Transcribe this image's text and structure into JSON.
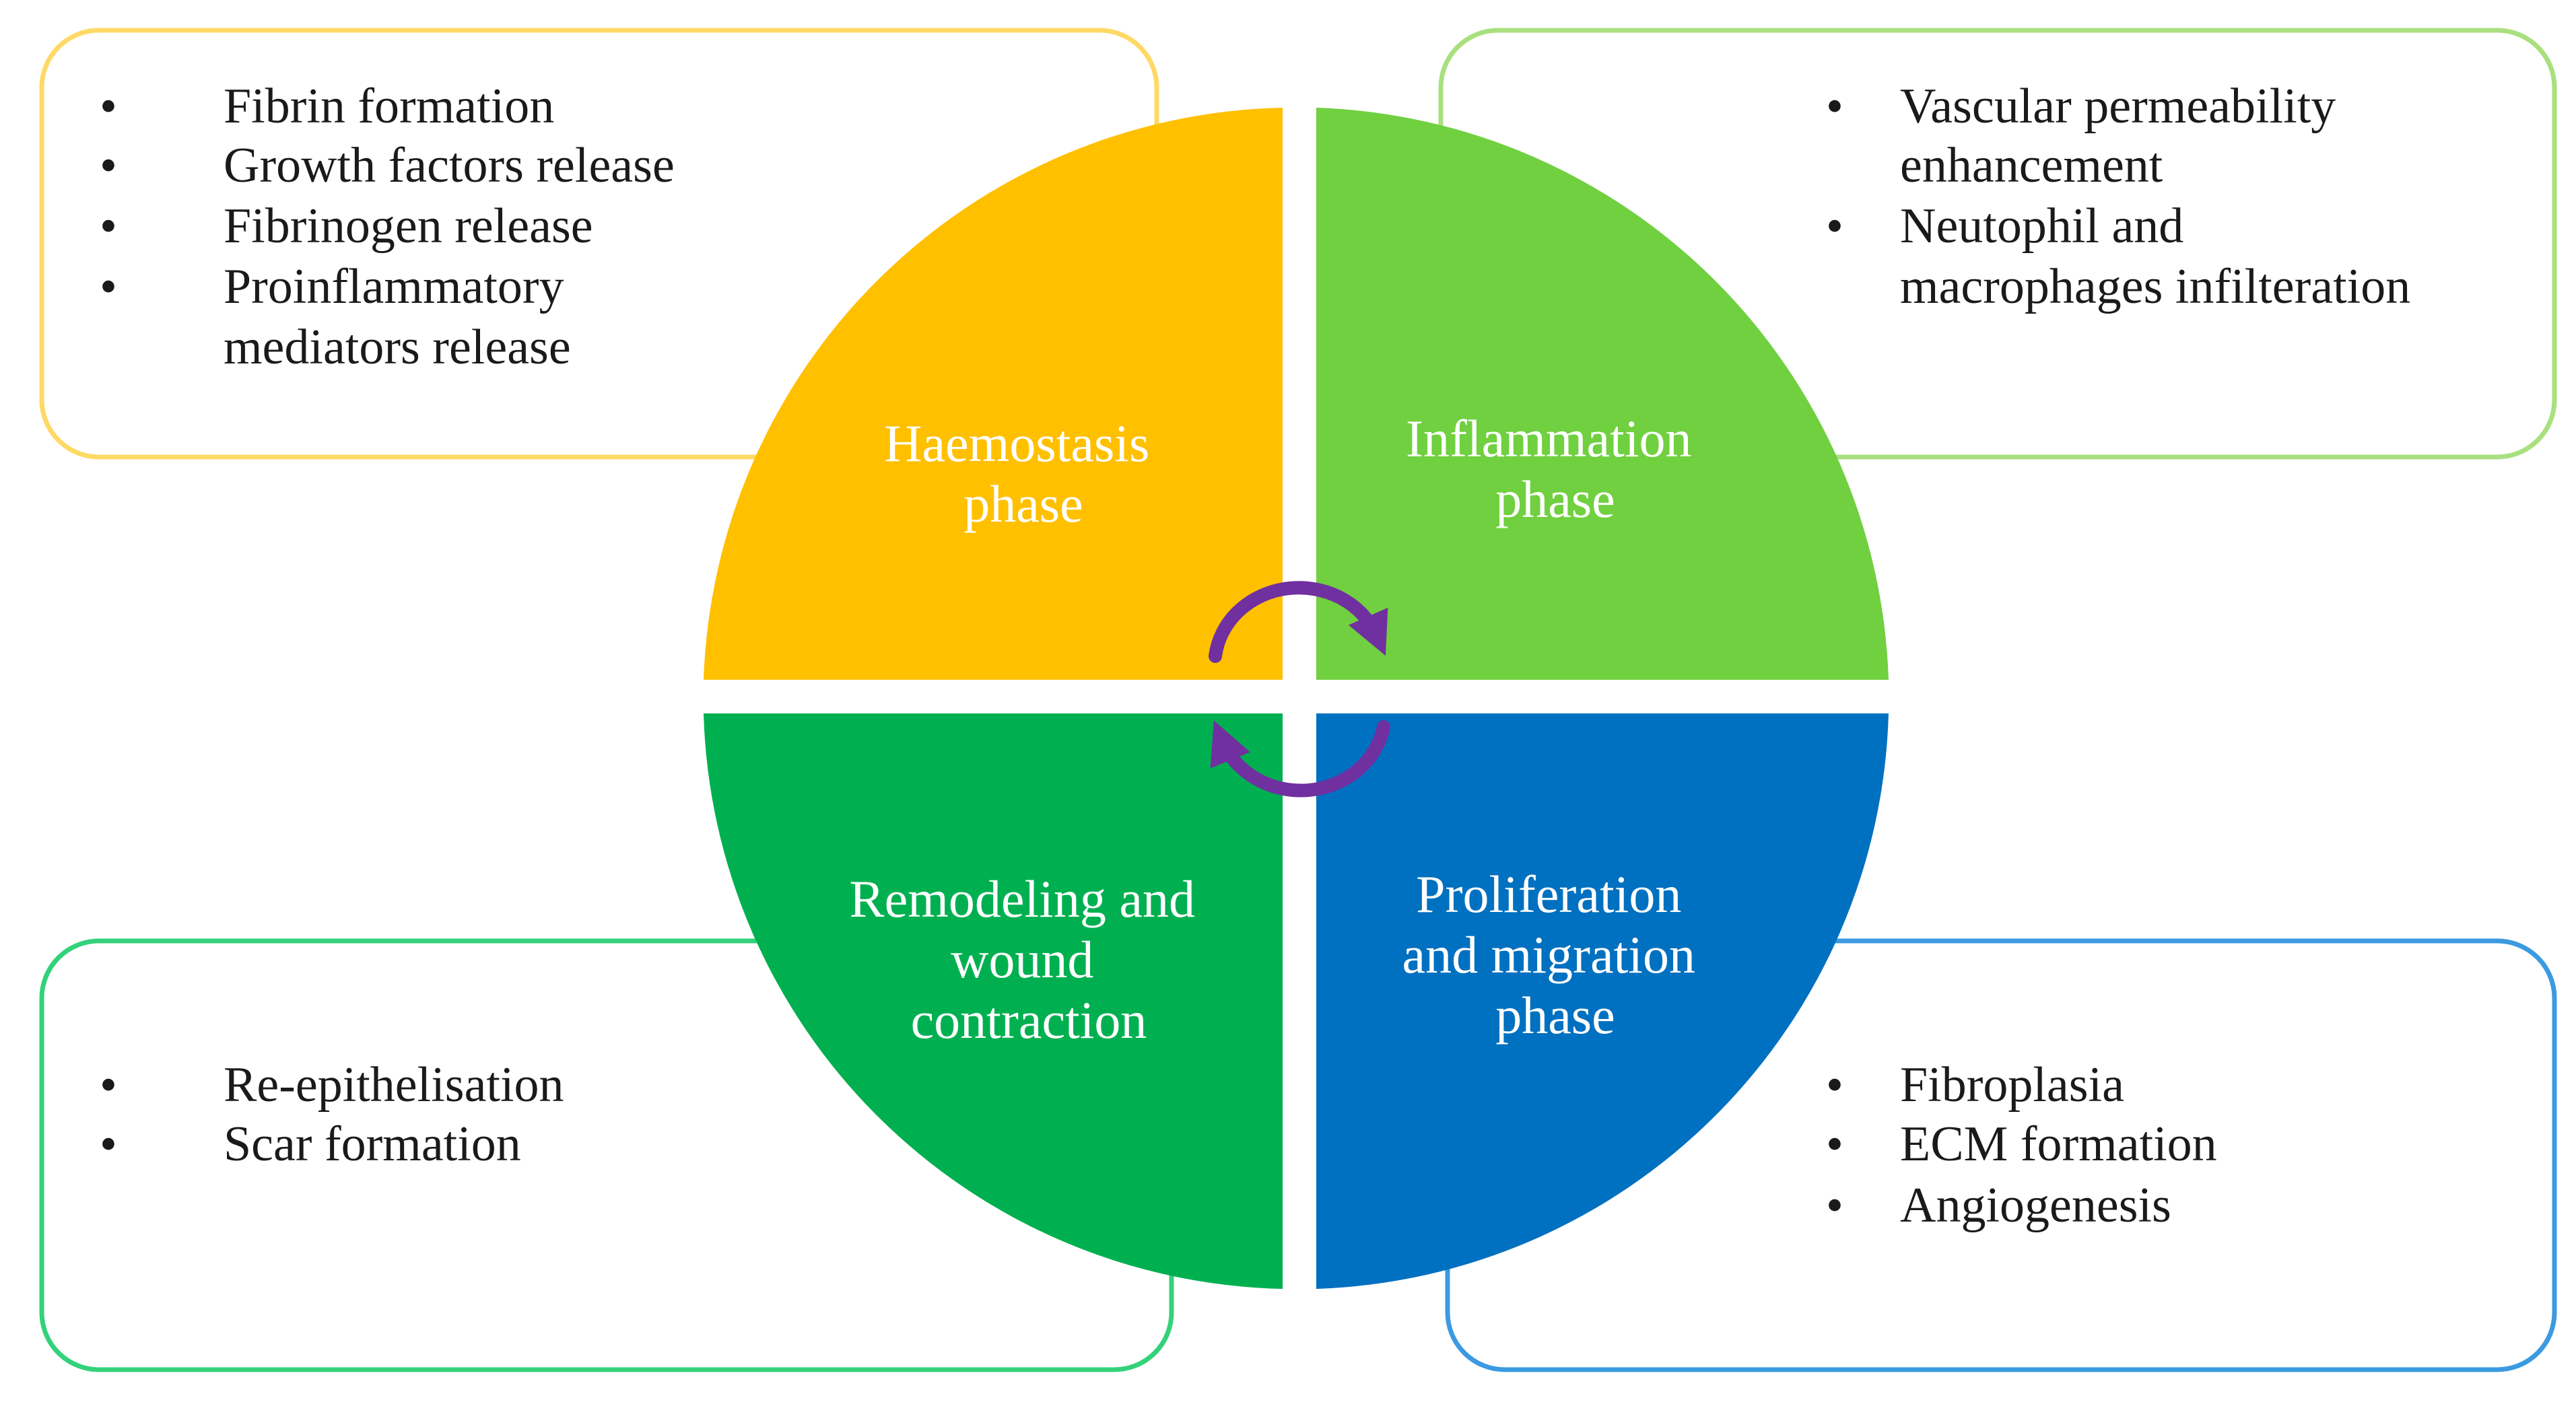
{
  "colors": {
    "haemostasis": "#FFC000",
    "inflammation": "#70D040",
    "remodeling": "#00B050",
    "proliferation": "#0070C0",
    "arrow": "#7030A0",
    "box_top_left": "#FFD966",
    "box_top_right": "#A9E07F",
    "box_bottom_left": "#33D27A",
    "box_bottom_right": "#3B9AE1"
  },
  "phases": {
    "haemostasis": {
      "line1": "Haemostasis",
      "line2": "phase"
    },
    "inflammation": {
      "line1": "Inflammation",
      "line2": "phase"
    },
    "remodeling": {
      "line1": "Remodeling and",
      "line2": "wound",
      "line3": "contraction"
    },
    "proliferation": {
      "line1": "Proliferation",
      "line2": "and migration",
      "line3": "phase"
    }
  },
  "boxes": {
    "top_left": {
      "b1": "Fibrin formation",
      "b2": "Growth factors release",
      "b3": "Fibrinogen release",
      "b4_line1": "Proinflammatory",
      "b4_line2": "mediators release"
    },
    "top_right": {
      "b1_line1": "Vascular permeability",
      "b1_line2": "enhancement",
      "b2_line1": "Neutophil and",
      "b2_line2": "macrophages infilteration"
    },
    "bottom_left": {
      "b1": "Re-epithelisation",
      "b2": "Scar formation"
    },
    "bottom_right": {
      "b1": "Fibroplasia",
      "b2": "ECM formation",
      "b3": "Angiogenesis"
    }
  },
  "bullet_char": "•",
  "icons": {
    "top_arrow": "curved-arrow-clockwise-icon",
    "bottom_arrow": "curved-arrow-counterclockwise-icon"
  }
}
